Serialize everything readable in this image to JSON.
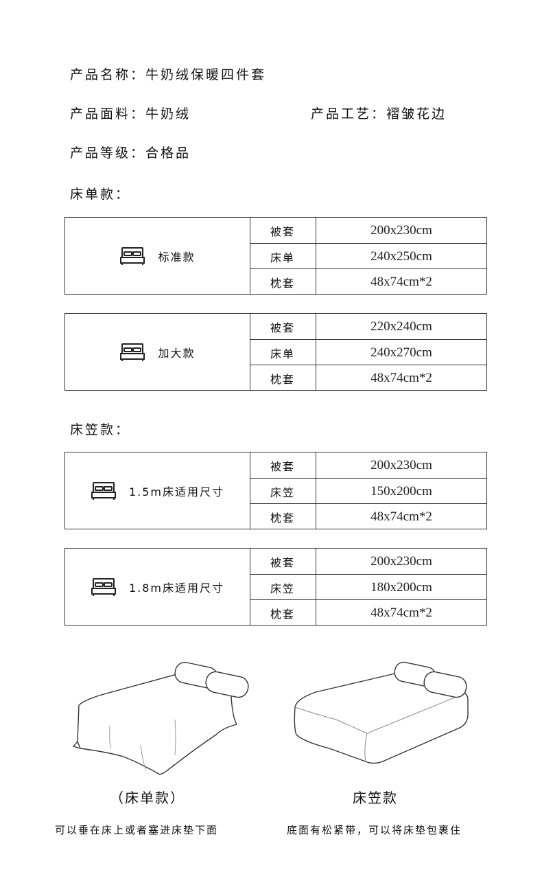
{
  "info": {
    "name": "产品名称：牛奶绒保暖四件套",
    "fabric": "产品面料：牛奶绒",
    "craft": "产品工艺：褶皱花边",
    "grade": "产品等级：合格品"
  },
  "sections": {
    "flat": "床单款：",
    "fitted": "床笠款："
  },
  "tables": [
    {
      "label": "标准款",
      "rows": [
        {
          "part": "被套",
          "size": "200x230cm"
        },
        {
          "part": "床单",
          "size": "240x250cm"
        },
        {
          "part": "枕套",
          "size": "48x74cm*2"
        }
      ]
    },
    {
      "label": "加大款",
      "rows": [
        {
          "part": "被套",
          "size": "220x240cm"
        },
        {
          "part": "床单",
          "size": "240x270cm"
        },
        {
          "part": "枕套",
          "size": "48x74cm*2"
        }
      ]
    },
    {
      "label": "1.5m床适用尺寸",
      "rows": [
        {
          "part": "被套",
          "size": "200x230cm"
        },
        {
          "part": "床笠",
          "size": "150x200cm"
        },
        {
          "part": "枕套",
          "size": "48x74cm*2"
        }
      ]
    },
    {
      "label": "1.8m床适用尺寸",
      "rows": [
        {
          "part": "被套",
          "size": "200x230cm"
        },
        {
          "part": "床笠",
          "size": "180x200cm"
        },
        {
          "part": "枕套",
          "size": "48x74cm*2"
        }
      ]
    }
  ],
  "illustrations": {
    "flat_caption": "（床单款）",
    "flat_desc": "可以垂在床上或者塞进床垫下面",
    "fitted_caption": "床笠款",
    "fitted_desc": "底面有松紧带，可以将床垫包裹住"
  }
}
